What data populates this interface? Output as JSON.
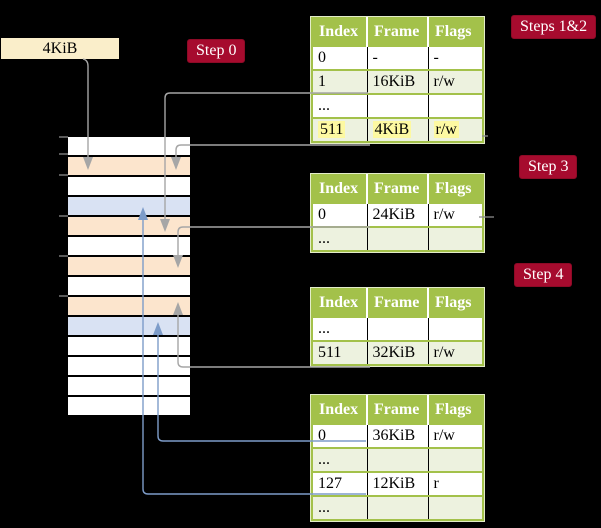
{
  "colors": {
    "green": "#a3c14a",
    "rowgreen": "#edf2df",
    "peach": "#fce5cd",
    "blue": "#d9e2f3",
    "cream": "#faeeca",
    "red": "#a60b2e",
    "highlight": "#fdf9a2",
    "gray_line": "#a6a6a6",
    "blue_line": "#7d9cc9",
    "tick": "#8a8a8a"
  },
  "frame_box": {
    "label": "4KiB"
  },
  "step_labels": [
    {
      "id": "step0",
      "label": "Step 0"
    },
    {
      "id": "steps12",
      "label": "Steps 1&2"
    },
    {
      "id": "step3",
      "label": "Step 3"
    },
    {
      "id": "step4",
      "label": "Step 4"
    }
  ],
  "memory_stack": {
    "rows": [
      "plain",
      "peach",
      "plain",
      "blue",
      "peach",
      "plain",
      "peach",
      "plain",
      "peach",
      "blue",
      "plain",
      "plain",
      "plain",
      "plain"
    ]
  },
  "tables": [
    {
      "name": "page-table-steps-1-2",
      "columns": [
        "Index",
        "Frame",
        "Flags"
      ],
      "rows": [
        {
          "cells": [
            "0",
            "-",
            "-"
          ],
          "shaded": false,
          "highlighted": false
        },
        {
          "cells": [
            "1",
            "16KiB",
            "r/w"
          ],
          "shaded": true,
          "highlighted": false
        },
        {
          "cells": [
            "...",
            "",
            ""
          ],
          "shaded": false,
          "highlighted": false
        },
        {
          "cells": [
            "511",
            "4KiB",
            "r/w"
          ],
          "shaded": true,
          "highlighted": true
        }
      ]
    },
    {
      "name": "page-table-step-3",
      "columns": [
        "Index",
        "Frame",
        "Flags"
      ],
      "rows": [
        {
          "cells": [
            "0",
            "24KiB",
            "r/w"
          ],
          "shaded": false,
          "highlighted": false
        },
        {
          "cells": [
            "...",
            "",
            ""
          ],
          "shaded": true,
          "highlighted": false
        }
      ]
    },
    {
      "name": "page-table-step-4",
      "columns": [
        "Index",
        "Frame",
        "Flags"
      ],
      "rows": [
        {
          "cells": [
            "...",
            "",
            ""
          ],
          "shaded": false,
          "highlighted": false
        },
        {
          "cells": [
            "511",
            "32KiB",
            "r/w"
          ],
          "shaded": true,
          "highlighted": false
        }
      ]
    },
    {
      "name": "page-table-bottom",
      "columns": [
        "Index",
        "Frame",
        "Flags"
      ],
      "rows": [
        {
          "cells": [
            "0",
            "36KiB",
            "r/w"
          ],
          "shaded": false,
          "highlighted": false
        },
        {
          "cells": [
            "...",
            "",
            ""
          ],
          "shaded": true,
          "highlighted": false
        },
        {
          "cells": [
            "127",
            "12KiB",
            "r"
          ],
          "shaded": false,
          "highlighted": false
        },
        {
          "cells": [
            "...",
            "",
            ""
          ],
          "shaded": true,
          "highlighted": false
        }
      ]
    }
  ]
}
